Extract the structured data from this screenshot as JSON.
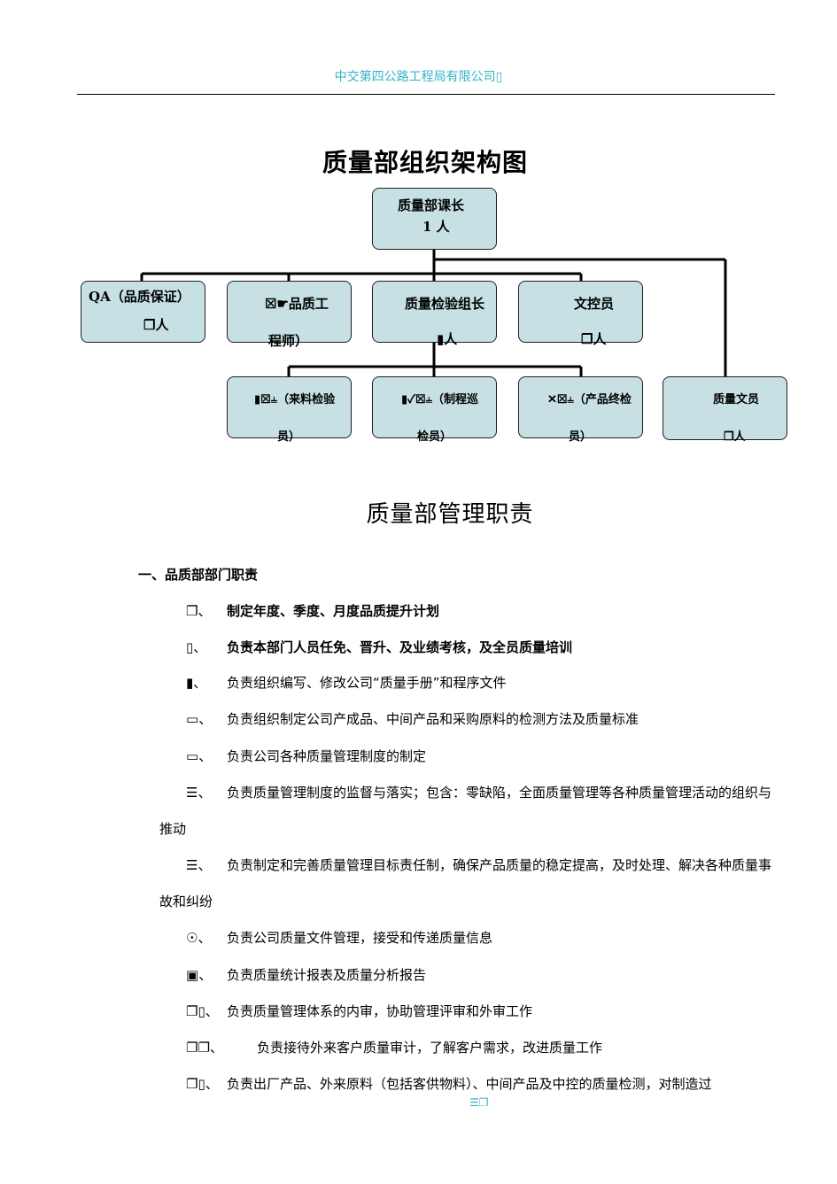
{
  "header": {
    "company": "中交第四公路工程局有限公司"
  },
  "chart": {
    "title": "质量部组织架构图",
    "top": {
      "line1": "质量部课长",
      "line2": "1 人"
    },
    "level2": [
      {
        "line1": "QA（品质保证）",
        "line2": "人"
      },
      {
        "line1": "品质工",
        "line2": "程师）"
      },
      {
        "line1": "质量检验组长",
        "line2": "人"
      },
      {
        "line1": "文控员",
        "line2": "人"
      }
    ],
    "level3": [
      {
        "line1": "（来料检验",
        "line2": "员）"
      },
      {
        "line1": "（制程巡",
        "line2": "检员）"
      },
      {
        "line1": "（产品终检",
        "line2": "员）"
      },
      {
        "line1": "质量文员",
        "line2": "人"
      }
    ]
  },
  "section": {
    "title": "质量部管理职责",
    "heading": "一、品质部部门职责",
    "items": [
      {
        "num": "、",
        "text": "制定年度、季度、月度品质提升计划",
        "bold": true
      },
      {
        "num": "、",
        "text": "负责本部门人员任免、晋升、及业绩考核，及全员质量培训",
        "bold": true
      },
      {
        "num": "、",
        "text": "负责组织编写、修改公司“质量手册”和程序文件"
      },
      {
        "num": "、",
        "text": "负责组织制定公司产成品、中间产品和采购原料的检测方法及质量标准"
      },
      {
        "num": "、",
        "text": "负责公司各种质量管理制度的制定"
      },
      {
        "num": "、",
        "text": "负责质量管理制度的监督与落实；包含：零缺陷，全面质量管理等各种质量管理活动的组织与推动"
      },
      {
        "num": "、",
        "text": "负责制定和完善质量管理目标责任制，确保产品质量的稳定提高，及时处理、解决各种质量事故和纠纷"
      },
      {
        "num": "、",
        "text": "负责公司质量文件管理，接受和传递质量信息"
      },
      {
        "num": "、",
        "text": "负责质量统计报表及质量分析报告"
      },
      {
        "num": "、",
        "text": "负责质量管理体系的内审，协助管理评审和外审工作"
      },
      {
        "num": "、",
        "text": "负责接待外来客户质量审计，了解客户需求，改进质量工作"
      },
      {
        "num": "、",
        "text": "负责出厂产品、外来原料（包括客供物料）、中间产品及中控的质量检测，对制造过"
      }
    ]
  }
}
